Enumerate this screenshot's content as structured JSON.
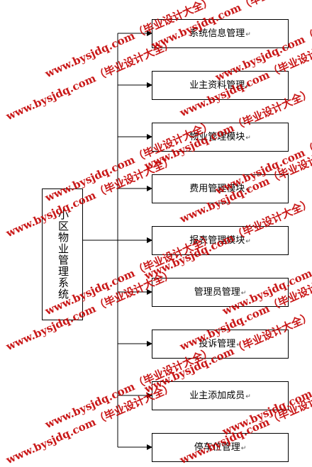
{
  "diagram": {
    "root": "小区物业管理系统",
    "paragraph_mark": "↵",
    "children": [
      "系统信息管理",
      "业主资料管理",
      "物业管理模块",
      "费用管理模块",
      "报表管理模块",
      "管理员管理",
      "投诉管理",
      "业主添加成员",
      "停车位管理"
    ]
  },
  "watermark": {
    "text": "www.bysjdq.com（毕业设计大全）",
    "color": "#c40000"
  }
}
